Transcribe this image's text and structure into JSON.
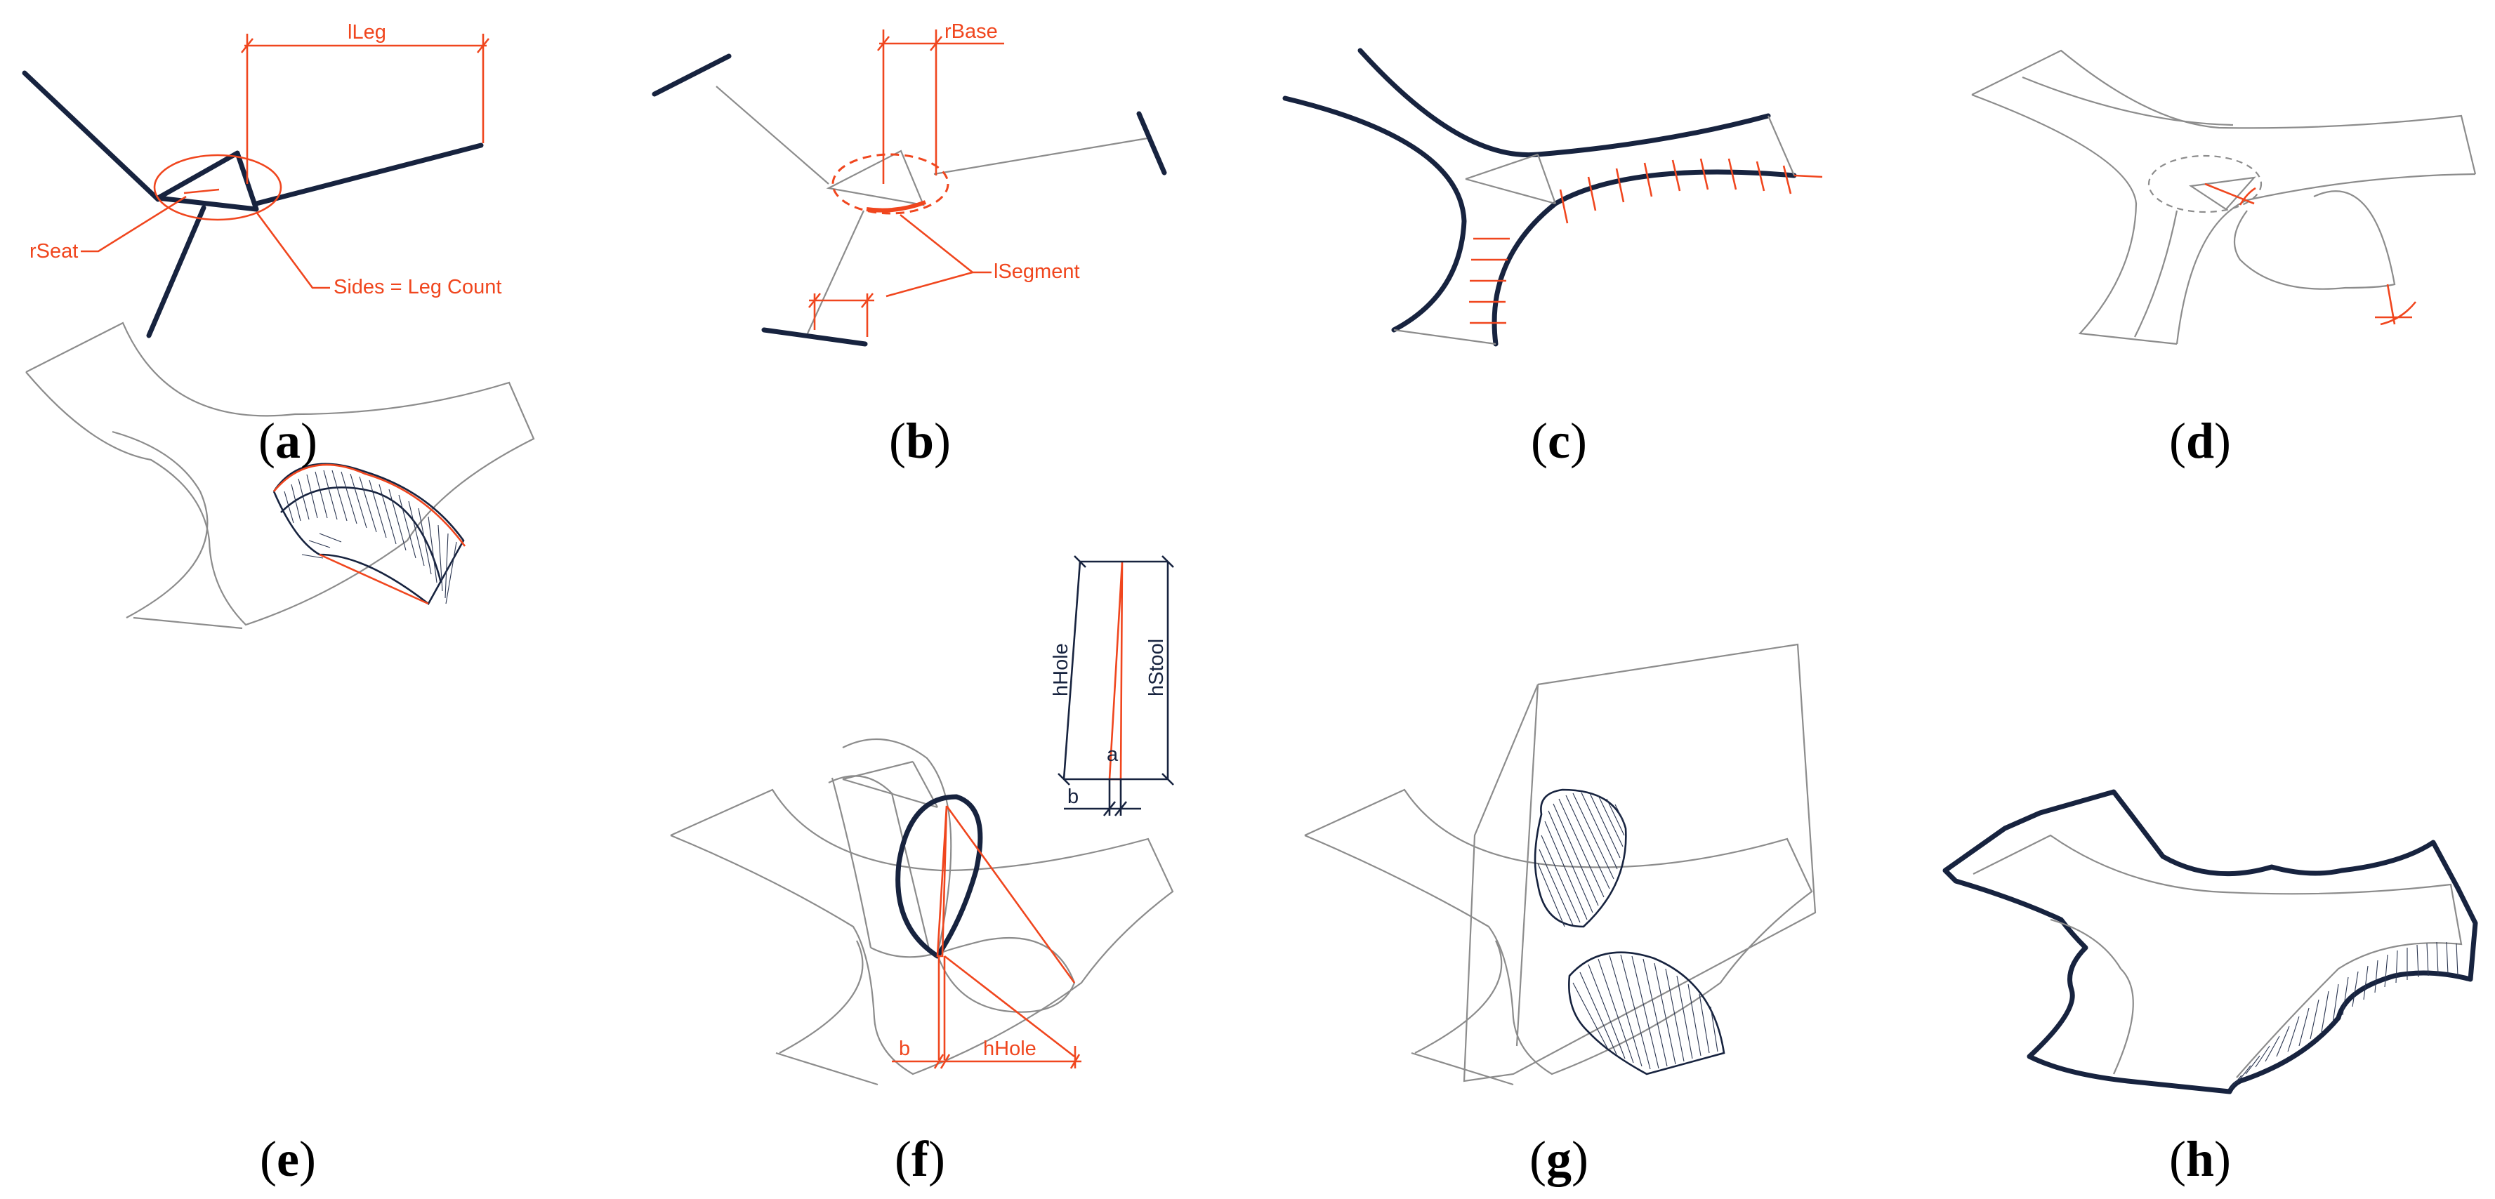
{
  "figure": {
    "panels": [
      {
        "id": "a",
        "caption_open": "(",
        "caption_letter": "a",
        "caption_close": ")"
      },
      {
        "id": "b",
        "caption_open": "(",
        "caption_letter": "b",
        "caption_close": ")"
      },
      {
        "id": "c",
        "caption_open": "(",
        "caption_letter": "c",
        "caption_close": ")"
      },
      {
        "id": "d",
        "caption_open": "(",
        "caption_letter": "d",
        "caption_close": ")"
      },
      {
        "id": "e",
        "caption_open": "(",
        "caption_letter": "e",
        "caption_close": ")"
      },
      {
        "id": "f",
        "caption_open": "(",
        "caption_letter": "f",
        "caption_close": ")"
      },
      {
        "id": "g",
        "caption_open": "(",
        "caption_letter": "g",
        "caption_close": ")"
      },
      {
        "id": "h",
        "caption_open": "(",
        "caption_letter": "h",
        "caption_close": ")"
      }
    ],
    "labels": {
      "a_leg": "lLeg",
      "a_seat": "rSeat",
      "a_sides": "Sides = Leg Count",
      "b_base": "rBase",
      "b_segment": "lSegment",
      "f_hhole_top": "hHole",
      "f_hstool": "hStool",
      "f_a": "a",
      "f_b_top": "b",
      "f_b_bottom": "b",
      "f_hhole_bottom": "hHole"
    }
  },
  "colors": {
    "annotation": "#f0461e",
    "outline": "#17233f",
    "construction": "#8c8c8c"
  }
}
